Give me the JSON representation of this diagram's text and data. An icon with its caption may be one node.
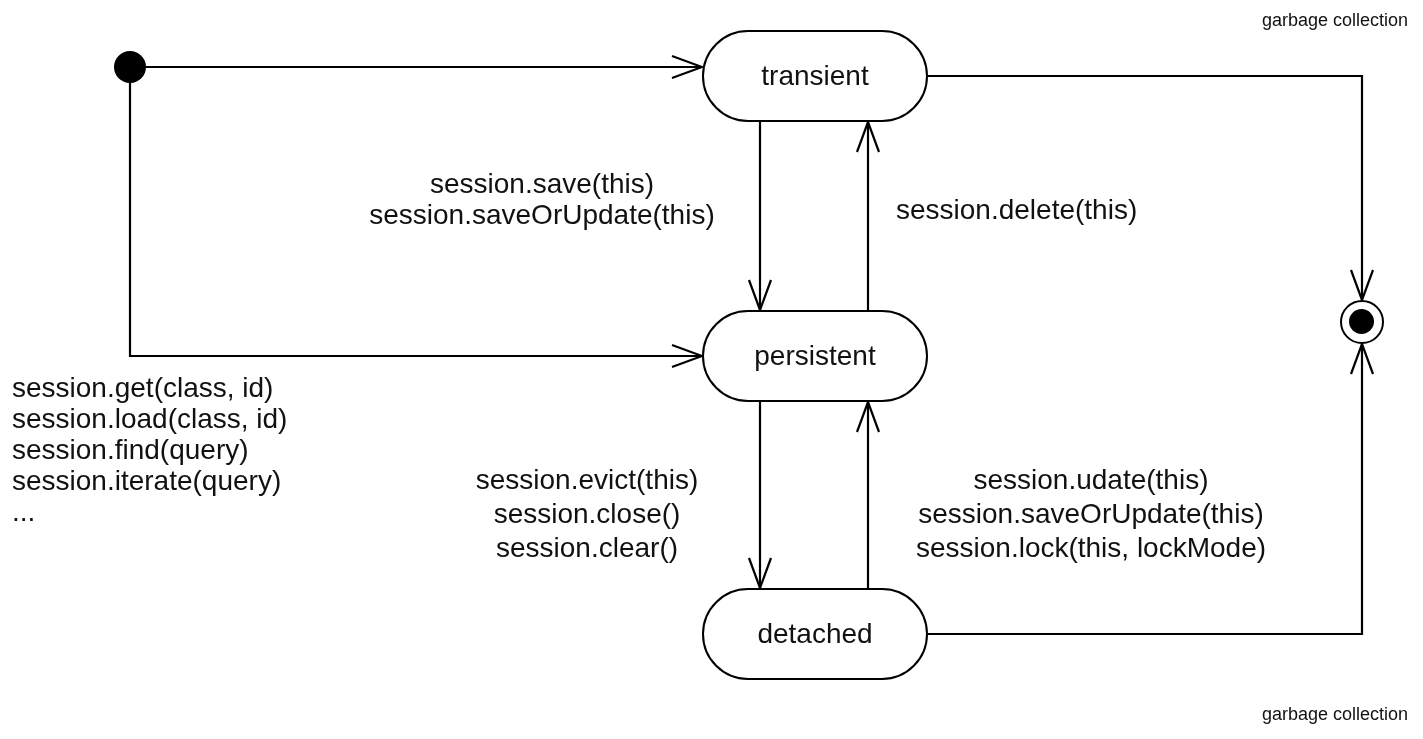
{
  "diagram": {
    "nodes": [
      {
        "text": [],
        "shape": "circle"
      },
      {
        "text": [
          "transient"
        ]
      },
      {
        "text": [
          "persistent"
        ]
      },
      {
        "text": [
          "detached"
        ]
      },
      {
        "text": [],
        "shape": "circle"
      }
    ],
    "edges": [
      {
        "from": 0,
        "to": 1,
        "arrow": "to"
      },
      {
        "from": 0,
        "to": 2,
        "arrow": "to",
        "label": "session.get(class, id) session.load(class, id) session.find(query) session.iterate(query) ..."
      },
      {
        "from": 1,
        "to": 2,
        "arrow": "to",
        "label": "session.save(this) session.saveOrUpdate(this)"
      },
      {
        "from": 2,
        "to": 1,
        "arrow": "to",
        "label": "session.delete(this)"
      },
      {
        "from": 2,
        "to": 3,
        "arrow": "to",
        "label": "session.evict(this) session.close() session.clear()"
      },
      {
        "from": 3,
        "to": 2,
        "arrow": "to",
        "label": "session.udate(this) session.saveOrUpdate(this) session.lock(this, lockMode)"
      },
      {
        "from": 1,
        "to": 4,
        "arrow": "to",
        "label": "garbage collection"
      },
      {
        "from": 3,
        "to": 4,
        "arrow": "to",
        "label": "garbage collection"
      }
    ]
  }
}
